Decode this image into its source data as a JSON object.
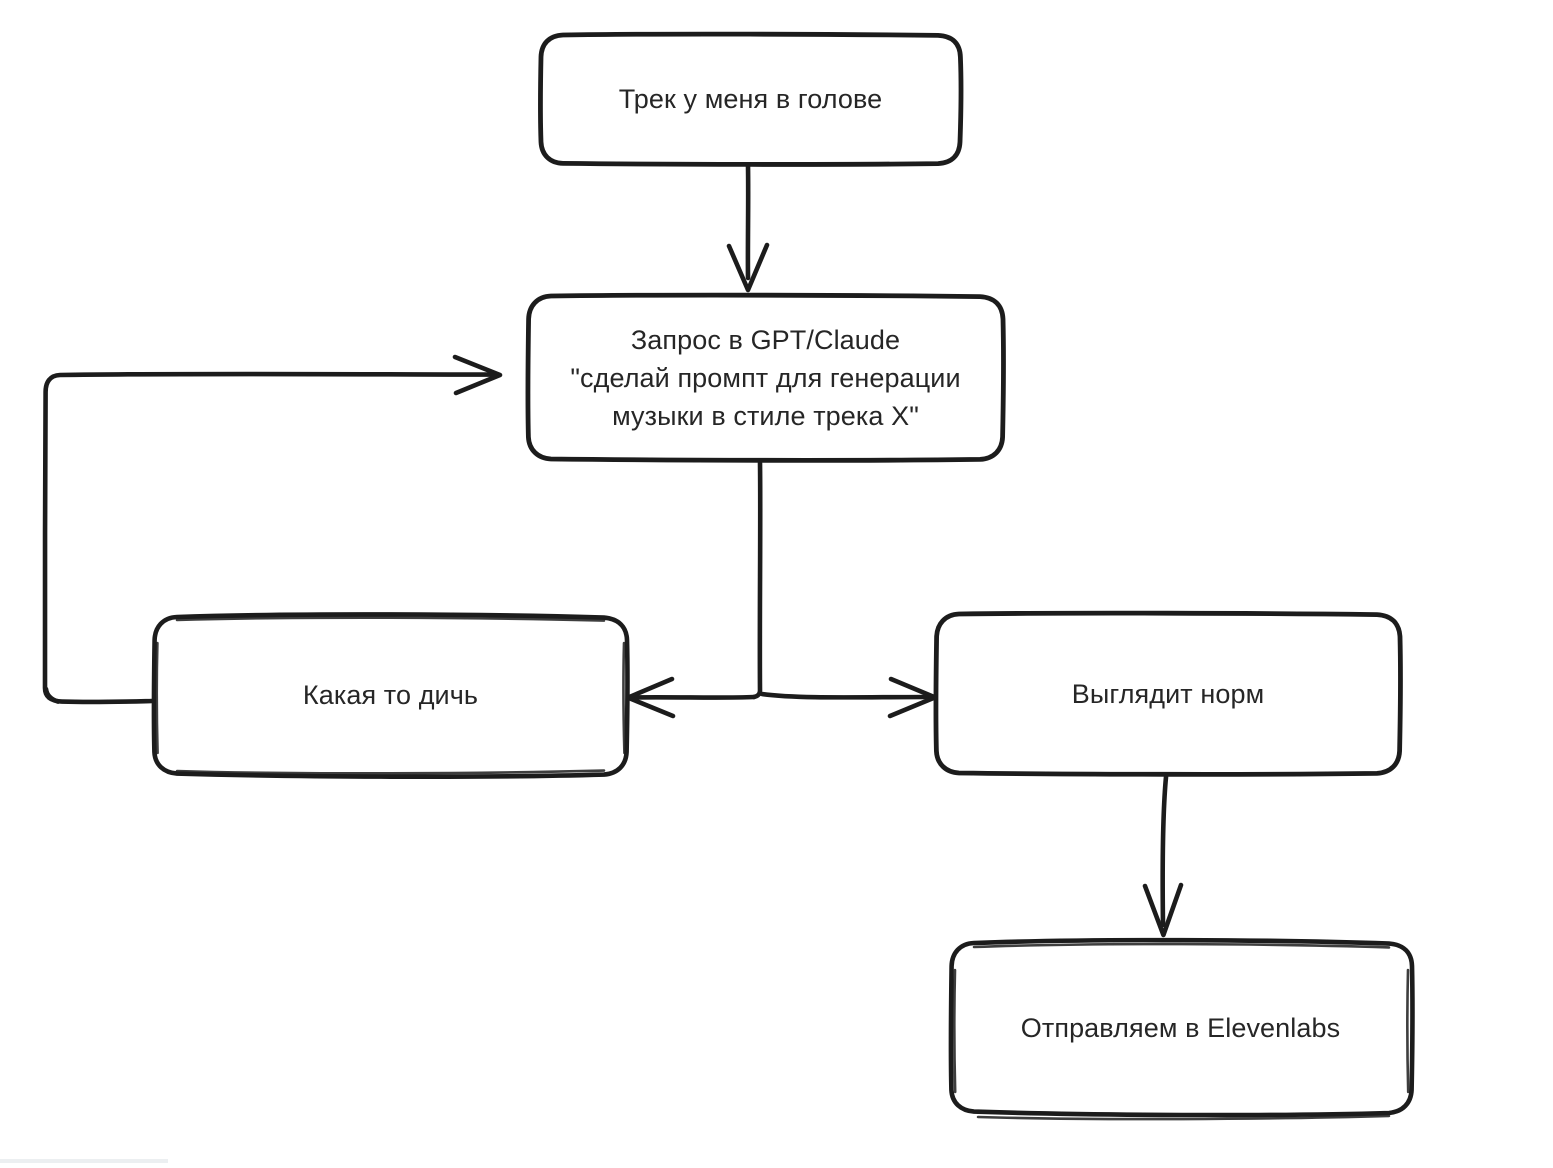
{
  "diagram": {
    "title": "Music prompt generation flow",
    "style": "hand-drawn-sketch",
    "background_color": "#ffffff",
    "stroke_color": "#1c1c1c",
    "text_color": "#262626",
    "nodes": [
      {
        "id": "track",
        "label": "Трек у меня в голове",
        "shape": "rounded-rectangle"
      },
      {
        "id": "prompt",
        "label": "Запрос в GPT/Claude\n\"сделай промпт для генерации\nмузыки в стиле трека X\"",
        "shape": "rounded-rectangle"
      },
      {
        "id": "nonsense",
        "label": "Какая то дичь",
        "shape": "rounded-rectangle"
      },
      {
        "id": "looks_ok",
        "label": "Выглядит норм",
        "shape": "rounded-rectangle"
      },
      {
        "id": "elevenlabs",
        "label": "Отправляем в Elevenlabs",
        "shape": "rounded-rectangle"
      }
    ],
    "edges": [
      {
        "id": "track-to-prompt",
        "from": "track",
        "to": "prompt",
        "label": "",
        "direction": "down"
      },
      {
        "id": "prompt-to-nonsense",
        "from": "prompt",
        "to": "nonsense",
        "label": "",
        "direction": "left"
      },
      {
        "id": "prompt-to-looks-ok",
        "from": "prompt",
        "to": "looks_ok",
        "label": "",
        "direction": "right"
      },
      {
        "id": "nonsense-to-prompt-loop",
        "from": "nonsense",
        "to": "prompt",
        "label": "",
        "direction": "loop-left"
      },
      {
        "id": "looks-ok-to-elevenlabs",
        "from": "looks_ok",
        "to": "elevenlabs",
        "label": "",
        "direction": "down"
      }
    ]
  }
}
